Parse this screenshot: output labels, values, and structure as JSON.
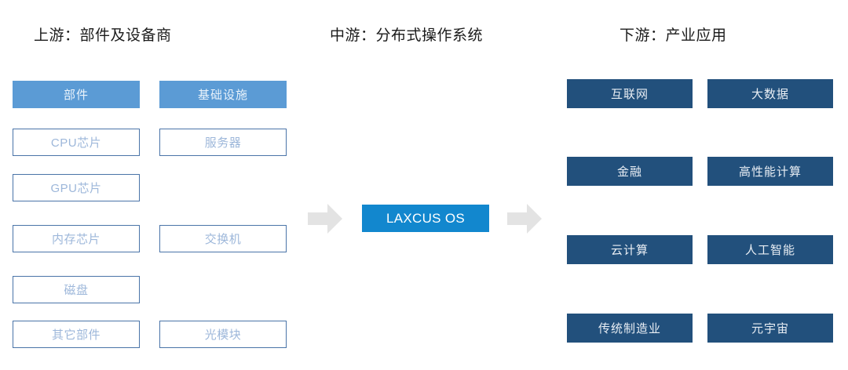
{
  "diagram": {
    "title_upstream": "上游：部件及设备商",
    "title_midstream": "中游：分布式操作系统",
    "title_downstream": "下游：产业应用",
    "center": {
      "os_label": "LAXCUS OS",
      "arrow_left": "arrow-right-icon",
      "arrow_right": "arrow-right-icon"
    },
    "upstream": {
      "columns": [
        {
          "header": "部件",
          "items": [
            "CPU芯片",
            "GPU芯片",
            "内存芯片",
            "磁盘",
            "其它部件"
          ]
        },
        {
          "header": "基础设施",
          "items": [
            "服务器",
            "交换机",
            "光模块"
          ]
        }
      ]
    },
    "downstream": {
      "rows": [
        [
          "互联网",
          "大数据"
        ],
        [
          "金融",
          "高性能计算"
        ],
        [
          "云计算",
          "人工智能"
        ],
        [
          "传统制造业",
          "元宇宙"
        ]
      ]
    },
    "colors": {
      "category_header": "#5B9BD5",
      "item_border": "#4A74A8",
      "item_text": "#9DB7DA",
      "application_box": "#22507C",
      "os_box": "#1287CE",
      "arrow": "#E3E3E3",
      "title_text": "#1a1a1a",
      "background": "#ffffff"
    }
  }
}
